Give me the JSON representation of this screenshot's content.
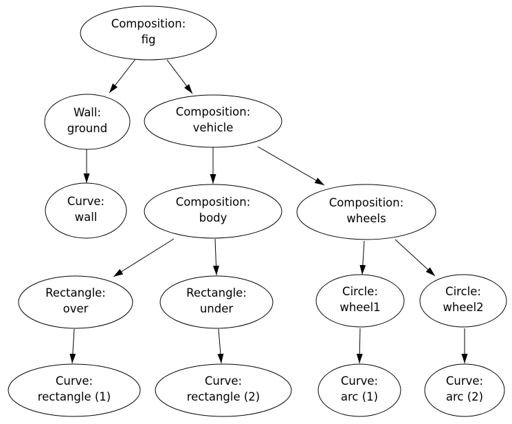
{
  "graph": {
    "kind": "directed-tree",
    "colors": {
      "background": "#ffffff",
      "node_fill": "#ffffff",
      "node_stroke": "#000000",
      "edge_stroke": "#000000",
      "text": "#000000"
    },
    "nodes": {
      "fig": {
        "type": "Composition:",
        "name": "fig"
      },
      "ground": {
        "type": "Wall:",
        "name": "ground"
      },
      "vehicle": {
        "type": "Composition:",
        "name": "vehicle"
      },
      "wall": {
        "type": "Curve:",
        "name": "wall"
      },
      "body": {
        "type": "Composition:",
        "name": "body"
      },
      "wheels": {
        "type": "Composition:",
        "name": "wheels"
      },
      "over": {
        "type": "Rectangle:",
        "name": "over"
      },
      "under": {
        "type": "Rectangle:",
        "name": "under"
      },
      "wheel1": {
        "type": "Circle:",
        "name": "wheel1"
      },
      "wheel2": {
        "type": "Circle:",
        "name": "wheel2"
      },
      "rectangle1": {
        "type": "Curve:",
        "name": "rectangle (1)"
      },
      "rectangle2": {
        "type": "Curve:",
        "name": "rectangle (2)"
      },
      "arc1": {
        "type": "Curve:",
        "name": "arc (1)"
      },
      "arc2": {
        "type": "Curve:",
        "name": "arc (2)"
      }
    },
    "edges": [
      {
        "from": "fig",
        "to": "ground"
      },
      {
        "from": "fig",
        "to": "vehicle"
      },
      {
        "from": "ground",
        "to": "wall"
      },
      {
        "from": "vehicle",
        "to": "body"
      },
      {
        "from": "vehicle",
        "to": "wheels"
      },
      {
        "from": "body",
        "to": "over"
      },
      {
        "from": "body",
        "to": "under"
      },
      {
        "from": "wheels",
        "to": "wheel1"
      },
      {
        "from": "wheels",
        "to": "wheel2"
      },
      {
        "from": "over",
        "to": "rectangle1"
      },
      {
        "from": "under",
        "to": "rectangle2"
      },
      {
        "from": "wheel1",
        "to": "arc1"
      },
      {
        "from": "wheel2",
        "to": "arc2"
      }
    ]
  }
}
